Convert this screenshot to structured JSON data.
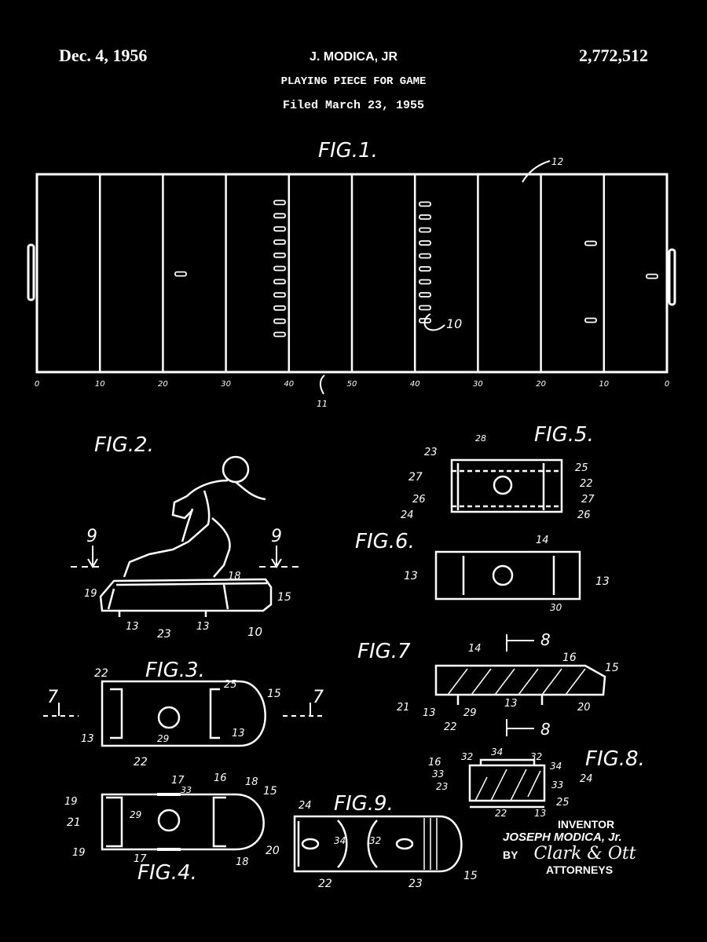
{
  "header": {
    "date": "Dec. 4, 1956",
    "inventor": "J. MODICA, JR",
    "patent_number": "2,772,512",
    "title": "PLAYING PIECE FOR GAME",
    "filed": "Filed March 23, 1955"
  },
  "figures": {
    "fig1": "FIG.1.",
    "fig2": "FIG.2.",
    "fig3": "FIG.3.",
    "fig4": "FIG.4.",
    "fig5": "FIG.5.",
    "fig6": "FIG.6.",
    "fig7": "FIG.7",
    "fig8": "FIG.8.",
    "fig9": "FIG.9."
  },
  "field_yard_labels": [
    "0",
    "10",
    "20",
    "30",
    "40",
    "50",
    "40",
    "30",
    "20",
    "10",
    "0"
  ],
  "reference_numerals": {
    "fig1": [
      "12",
      "10",
      "11"
    ],
    "fig2": [
      "9",
      "9",
      "19",
      "18",
      "15",
      "13",
      "23",
      "13",
      "10"
    ],
    "fig3": [
      "22",
      "25",
      "15",
      "7",
      "7",
      "13",
      "29",
      "13",
      "22"
    ],
    "fig4": [
      "17",
      "16",
      "18",
      "15",
      "19",
      "33",
      "21",
      "29",
      "19",
      "17",
      "18",
      "20"
    ],
    "fig5": [
      "28",
      "23",
      "25",
      "27",
      "22",
      "27",
      "26",
      "24",
      "26"
    ],
    "fig6": [
      "14",
      "13",
      "13",
      "30"
    ],
    "fig7": [
      "8",
      "14",
      "16",
      "15",
      "21",
      "13",
      "29",
      "13",
      "20",
      "22",
      "8"
    ],
    "fig8": [
      "32",
      "34",
      "32",
      "16",
      "34",
      "33",
      "24",
      "23",
      "33",
      "25",
      "22",
      "13"
    ],
    "fig9": [
      "24",
      "34",
      "32",
      "22",
      "23",
      "15"
    ]
  },
  "signature": {
    "inventor_label": "INVENTOR",
    "inventor_name": "JOSEPH MODICA, Jr.",
    "by_label": "BY",
    "attorney_signature": "Clark & Ott",
    "attorneys_label": "ATTORNEYS"
  }
}
